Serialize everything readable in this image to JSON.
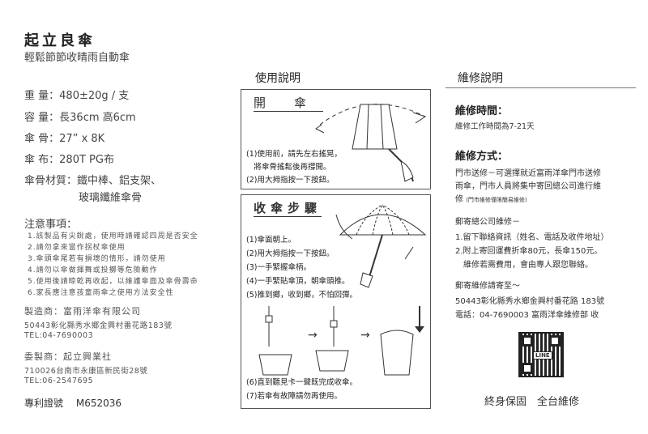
{
  "brand": {
    "title": "起立良傘",
    "subtitle": "輕鬆節節收晴雨自動傘"
  },
  "specs": [
    {
      "label": "重 量",
      "value": "480±20g / 支"
    },
    {
      "label": "容 量",
      "value": "長36cm  高6cm"
    },
    {
      "label": "傘 骨",
      "value": "27” x 8K"
    },
    {
      "label": "傘 布",
      "value": "280T PG布"
    },
    {
      "label": "傘骨材質",
      "value": "鐵中棒、鋁支架、",
      "value2": "玻璃纖維傘骨"
    }
  ],
  "notes": {
    "heading": "注意事項：",
    "items": [
      "1.該製品有尖銳處，使用時請確認四周是否安全",
      "2.請勿拿來當作拐杖傘使用",
      "3.傘頭傘尾若有損壞的情形，請勿使用",
      "4.請勿以傘做揮舞或投擲等危險動作",
      "5.使用後請晾乾再收起，以維護傘面及傘骨壽命",
      "6.家長應注意孩童雨傘之使用方法安全性"
    ]
  },
  "maker": {
    "name": "製造商：富雨洋傘有限公司",
    "address": "50443彰化縣秀水鄉金興村番花路183號",
    "tel": "TEL:04-7690003"
  },
  "client": {
    "name": "委製商：起立興業社",
    "address": "710026台南市永康區新民街28號",
    "tel": "TEL:06-2547695"
  },
  "patent": {
    "label": "專利證號",
    "value": "M652036"
  },
  "usage": {
    "heading": "使用說明",
    "open": {
      "title": "開　傘",
      "steps": [
        "(1)使用前，請先左右搖晃，",
        "　將傘骨搖鬆後再撐開。",
        "(2)用大拇指按一下按鈕。"
      ]
    },
    "close": {
      "title": "收傘步驟",
      "steps": [
        "(1)傘面朝上。",
        "(2)用大拇指按一下按鈕。",
        "(3)一手緊握傘柄。",
        "(4)一手緊貼傘頂，朝傘頭推。",
        "(5)推到鄉，收到鄉，不怕回彈。"
      ],
      "steps2": [
        "(6)直到聽見卡一聲既完成收傘。",
        "(7)若傘有故障請勿再使用。"
      ]
    }
  },
  "repair": {
    "heading": "維修說明",
    "time_heading": "維修時間：",
    "time_text": "維修工作時間為7-21天",
    "method_heading": "維修方式：",
    "method_lines": [
      "門市送修－可選擇就近富雨洋傘門市送修",
      "雨傘，門市人員將集中寄回總公司進行維",
      "修"
    ],
    "method_note": "(門市維修僅限簡易維修)",
    "mail_heading": "郵寄總公司維修－",
    "mail_lines": [
      "1.留下聯絡資訊（姓名、電話及收件地址）",
      "2.附上寄回運費折傘80元，長傘150元。",
      "　維修若需費用，會由專人跟您聯絡。"
    ],
    "send_heading": "郵寄維修請寄至～",
    "send_address": "50443彰化縣秀水鄉金興村番花路 183號",
    "send_phone": "電話：04-7690003 富雨洋傘維修部 收",
    "qr_label": "LINE",
    "warranty": "終身保固　全台維修"
  }
}
